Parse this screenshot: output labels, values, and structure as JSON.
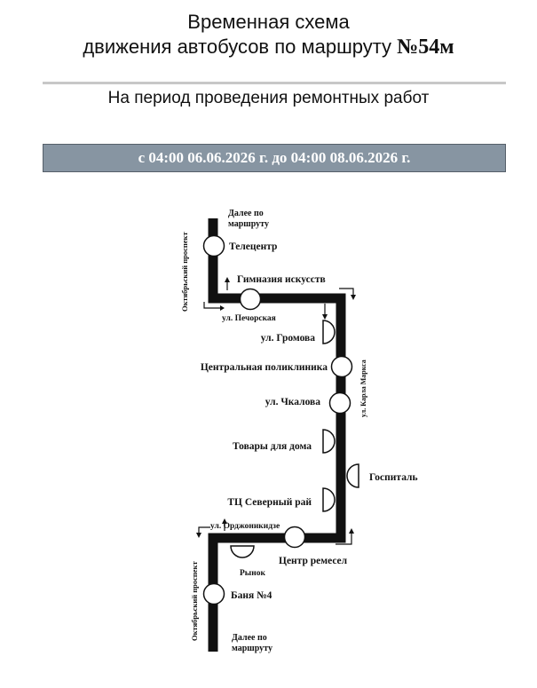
{
  "header": {
    "title_line1": "Временная схема",
    "title_line2_prefix": "движения автобусов по маршруту ",
    "route_number": "№54м",
    "subtitle": "На период проведения ремонтных работ",
    "period": "с  04:00 06.06.2026 г. до 04:00 08.06.2026 г."
  },
  "map": {
    "continue_top": [
      "Далее по",
      "маршруту"
    ],
    "continue_bottom": [
      "Далее по",
      "маршруту"
    ],
    "streets": {
      "oktyabrsky_top": "Октябрьский проспект",
      "pechorskaya": "ул. Печорская",
      "karla_marksa": "ул. Карла Маркса",
      "ordzhonikidze": "ул. Орджоникидзе",
      "oktyabrsky_bottom": "Октябрьский проспект"
    },
    "stops": {
      "telecenter": "Телецентр",
      "gymnasium": "Гимназия искусств",
      "gromova": "ул. Громова",
      "polyclinic": "Центральная поликлиника",
      "chkalova": "ул. Чкалова",
      "tovary": "Товары для дома",
      "gospital": "Госпиталь",
      "severny": "ТЦ Северный рай",
      "remesel": "Центр ремесел",
      "rynok": "Рынок",
      "banya": "Баня №4"
    },
    "colors": {
      "route": "#111111",
      "stop_fill": "#ffffff"
    }
  }
}
